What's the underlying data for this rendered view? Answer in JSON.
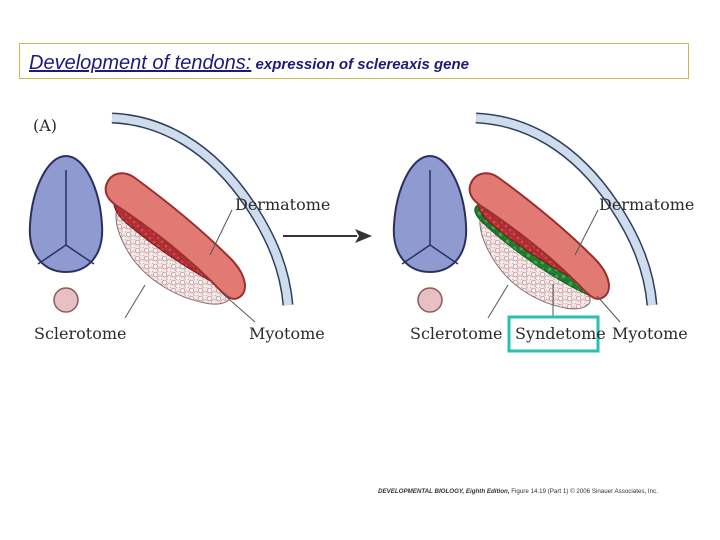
{
  "title": {
    "main": "Development of tendons:",
    "sub": " expression of sclereaxis gene"
  },
  "figure": {
    "panel_label": "(A)",
    "left": {
      "dermatome": "Dermatome",
      "sclerotome": "Sclerotome",
      "myotome": "Myotome"
    },
    "right": {
      "dermatome": "Dermatome",
      "sclerotome": "Sclerotome",
      "syndetome": "Syndetome",
      "myotome": "Myotome"
    }
  },
  "credit": {
    "book": "DEVELOPMENTAL BIOLOGY, Eighth Edition,",
    "rest": " Figure 14.19 (Part 1)  © 2006 Sinauer Associates, Inc."
  },
  "colors": {
    "neural_tube": "#8f9bd0",
    "notochord": "#e8c0c4",
    "dermatome": "#e07a72",
    "myotome_cells": "#c8353a",
    "sclerotome_cells": "#f4e3e2",
    "syndetome": "#2e9a3e",
    "ectoderm": "#cfdcec",
    "highlight": "#2bbfb0"
  }
}
